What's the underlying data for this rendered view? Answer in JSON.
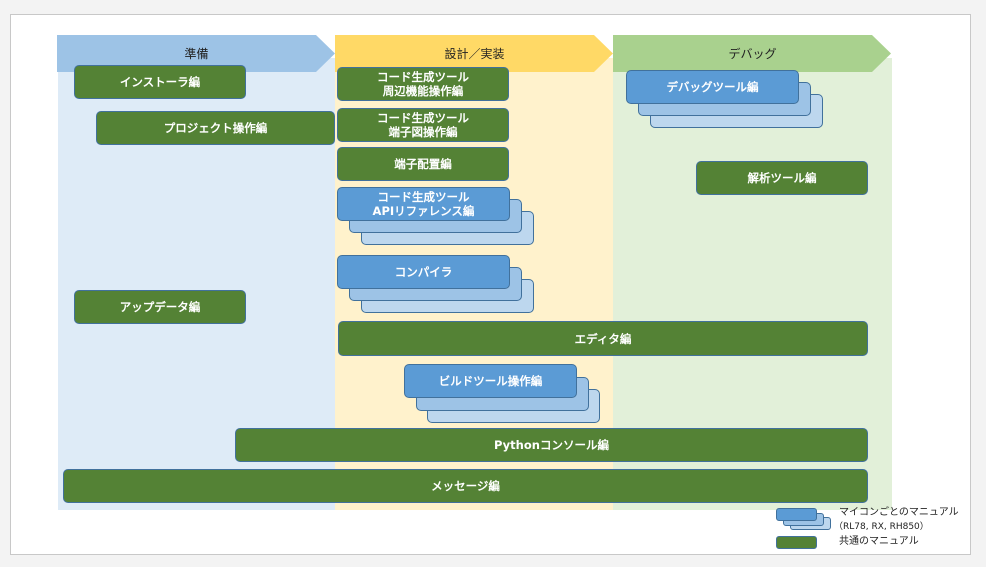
{
  "phases": [
    {
      "label": "準備",
      "color": "#9dc3e6",
      "lane_color": "#deebf7"
    },
    {
      "label": "設計／実装",
      "color": "#ffd966",
      "lane_color": "#fff2cc"
    },
    {
      "label": "デバッグ",
      "color": "#a9d18e",
      "lane_color": "#e2f0d9"
    }
  ],
  "manuals": {
    "installer": "インストーラ編",
    "project": "プロジェクト操作編",
    "update": "アップデータ編",
    "codegen_peripheral": "コード生成ツール\n周辺機能操作編",
    "codegen_pin": "コード生成ツール\n端子図操作編",
    "pin_config": "端子配置編",
    "codegen_api": "コード生成ツール\nAPIリファレンス編",
    "compiler": "コンパイラ",
    "editor": "エディタ編",
    "build_tool": "ビルドツール操作編",
    "python_console": "Pythonコンソール編",
    "message": "メッセージ編",
    "debug_tool": "デバッグツール編",
    "analysis_tool": "解析ツール編"
  },
  "legend": {
    "per_mcu_line1": "マイコンごとのマニュアル",
    "per_mcu_line2": "（RL78, RX, RH850）",
    "common": "共通のマニュアル",
    "common_color": "#548235",
    "per_mcu_color": "#5b9bd5"
  }
}
